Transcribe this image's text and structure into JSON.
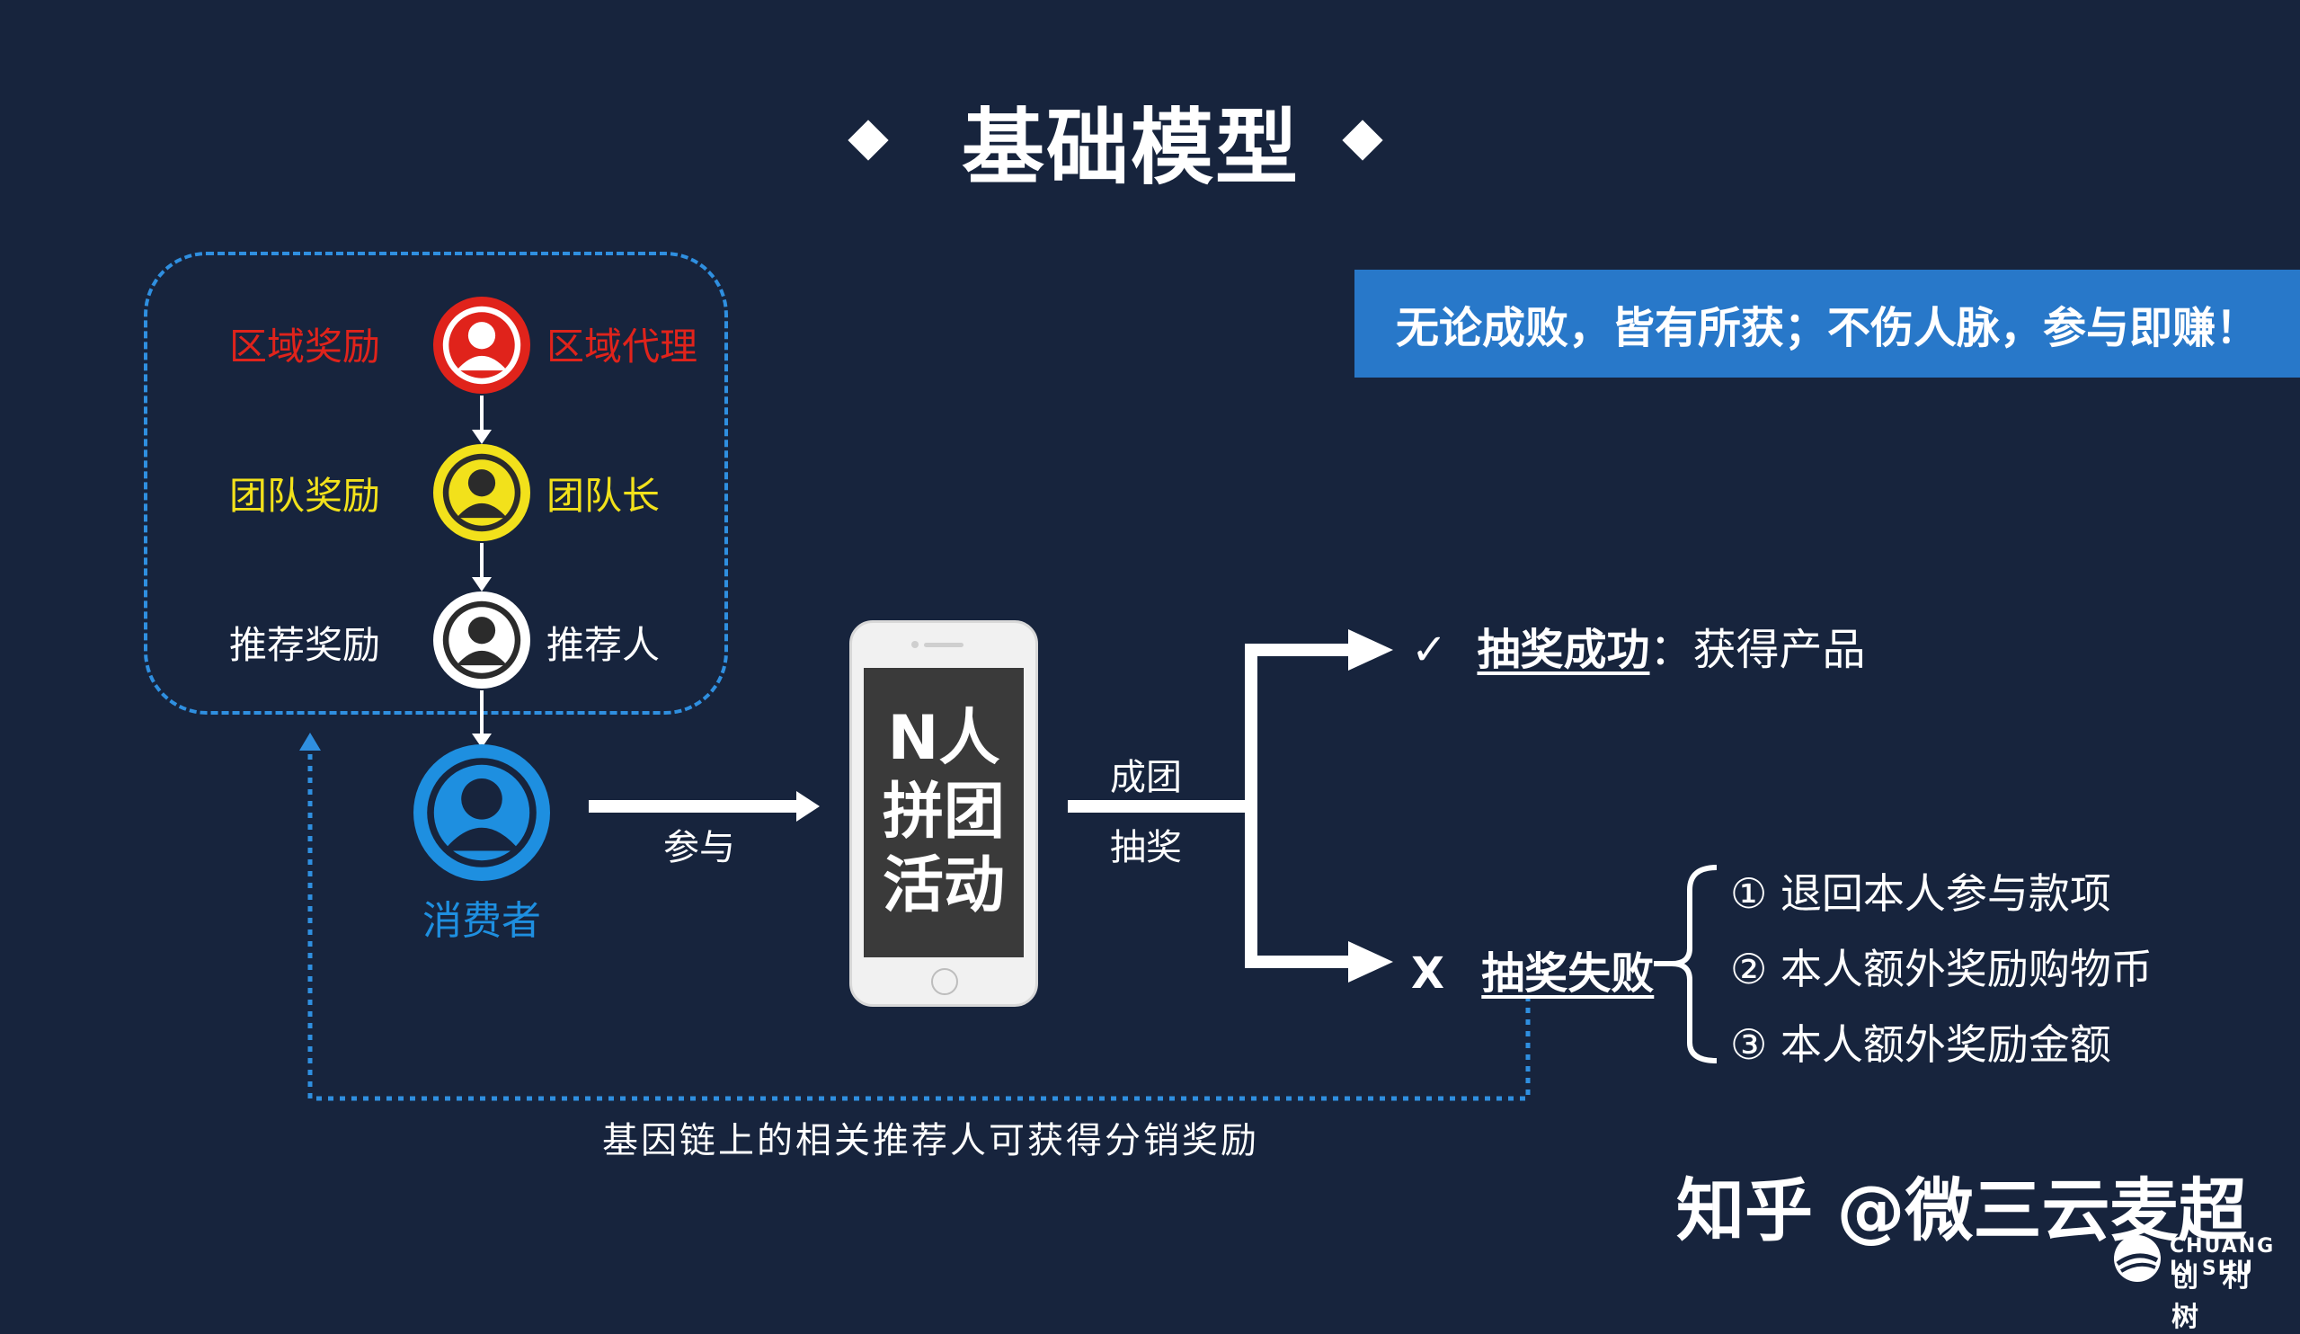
{
  "title": "基础模型",
  "slogan": "无论成败，皆有所获；不伤人脉，参与即赚！",
  "colors": {
    "background": "#17243d",
    "region": "#e0231b",
    "team": "#f2e11b",
    "recommender": "#ffffff",
    "consumer": "#1e8fe0",
    "slogan_bg": "#2878c9",
    "dashed": "#2f8fe0"
  },
  "hierarchy": [
    {
      "reward": "区域奖励",
      "role": "区域代理"
    },
    {
      "reward": "团队奖励",
      "role": "团队长"
    },
    {
      "reward": "推荐奖励",
      "role": "推荐人"
    }
  ],
  "consumer_label": "消费者",
  "participate_label": "参与",
  "phone_lines": [
    "N人",
    "拼团",
    "活动"
  ],
  "group_labels": [
    "成团",
    "抽奖"
  ],
  "success": {
    "mark": "✓",
    "label": "抽奖成功",
    "sep": "：",
    "detail": "获得产品"
  },
  "failure": {
    "mark": "X",
    "label": "抽奖失败"
  },
  "failure_items": [
    "① 退回本人参与款项",
    "② 本人额外奖励购物币",
    "③ 本人额外奖励金额"
  ],
  "bottom_note": "基因链上的相关推荐人可获得分销奖励",
  "watermark": "知乎 @微三云麦超",
  "brand": {
    "en": "CHUANG LI SHU",
    "cn": "创 利 树"
  }
}
